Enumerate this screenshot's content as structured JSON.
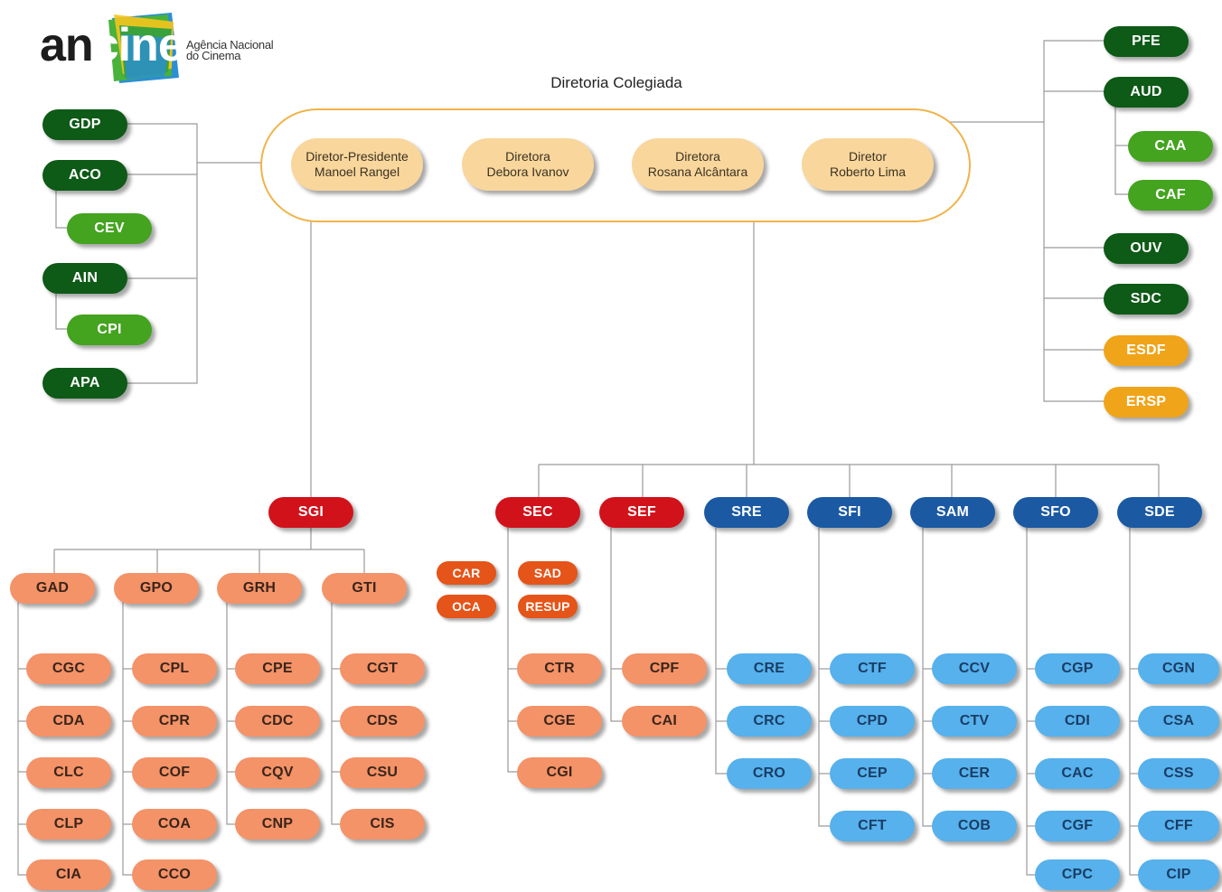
{
  "logo": {
    "word_dark": "an",
    "word_light": "cine",
    "tagline_1": "Agência Nacional",
    "tagline_2": "do Cinema"
  },
  "board": {
    "title": "Diretoria Colegiada",
    "directors": [
      {
        "line1": "Diretor-Presidente",
        "line2": "Manoel Rangel"
      },
      {
        "line1": "Diretora",
        "line2": "Debora  Ivanov"
      },
      {
        "line1": "Diretora",
        "line2": "Rosana Alcântara"
      },
      {
        "line1": "Diretor",
        "line2": "Roberto Lima"
      }
    ]
  },
  "left_units": [
    "GDP",
    "ACO",
    "CEV",
    "AIN",
    "CPI",
    "APA"
  ],
  "right_units": [
    "PFE",
    "AUD",
    "CAA",
    "CAF",
    "OUV",
    "SDC",
    "ESDF",
    "ERSP"
  ],
  "sgi": {
    "label": "SGI",
    "gerencias": [
      {
        "label": "GAD",
        "items": [
          "CGC",
          "CDA",
          "CLC",
          "CLP",
          "CIA"
        ]
      },
      {
        "label": "GPO",
        "items": [
          "CPL",
          "CPR",
          "COF",
          "COA",
          "CCO"
        ]
      },
      {
        "label": "GRH",
        "items": [
          "CPE",
          "CDC",
          "CQV",
          "CNP"
        ]
      },
      {
        "label": "GTI",
        "items": [
          "CGT",
          "CDS",
          "CSU",
          "CIS"
        ]
      }
    ]
  },
  "secretarias": {
    "sec": {
      "label": "SEC",
      "aux": [
        "CAR",
        "SAD",
        "OCA",
        "RESUP"
      ],
      "items": [
        "CTR",
        "CGE",
        "CGI"
      ]
    },
    "sef": {
      "label": "SEF",
      "items": [
        "CPF",
        "CAI"
      ]
    }
  },
  "superintendencias": [
    {
      "label": "SRE",
      "items": [
        "CRE",
        "CRC",
        "CRO"
      ]
    },
    {
      "label": "SFI",
      "items": [
        "CTF",
        "CPD",
        "CEP",
        "CFT"
      ]
    },
    {
      "label": "SAM",
      "items": [
        "CCV",
        "CTV",
        "CER",
        "COB"
      ]
    },
    {
      "label": "SFO",
      "items": [
        "CGP",
        "CDI",
        "CAC",
        "CGF",
        "CPC"
      ]
    },
    {
      "label": "SDE",
      "items": [
        "CGN",
        "CSA",
        "CSS",
        "CFF",
        "CIP"
      ]
    }
  ],
  "colors": {
    "dark_green": "#0e5a17",
    "light_green": "#44a31f",
    "yellow": "#f0a419",
    "red": "#d1121b",
    "orange": "#e55418",
    "salmon": "#f49268",
    "dark_blue": "#1b5aa2",
    "light_blue": "#56b1ec",
    "board_fill": "#f9d69c",
    "board_border": "#f0b44a"
  }
}
